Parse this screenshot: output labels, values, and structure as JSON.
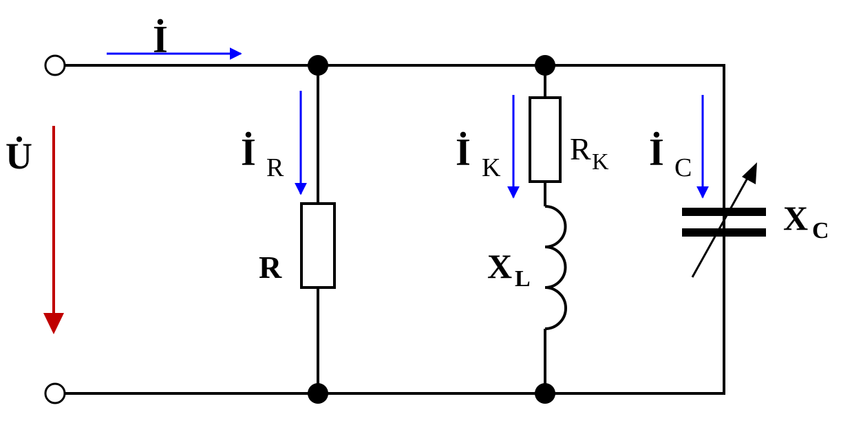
{
  "colors": {
    "wire": "#000000",
    "current_arrow": "#0000ff",
    "voltage_arrow": "#c00000",
    "background": "#ffffff"
  },
  "labels": {
    "total_current": "İ",
    "voltage": "U̇",
    "current_r": {
      "main": "İ",
      "sub": "R"
    },
    "current_k": {
      "main": "İ",
      "sub": "K"
    },
    "current_c": {
      "main": "İ",
      "sub": "C"
    },
    "resistor_r": "R",
    "resistor_rk": {
      "main": "R",
      "sub": "K"
    },
    "inductor_xl": {
      "main": "X",
      "sub": "L"
    },
    "capacitor_xc": {
      "main": "X",
      "sub": "C"
    }
  }
}
